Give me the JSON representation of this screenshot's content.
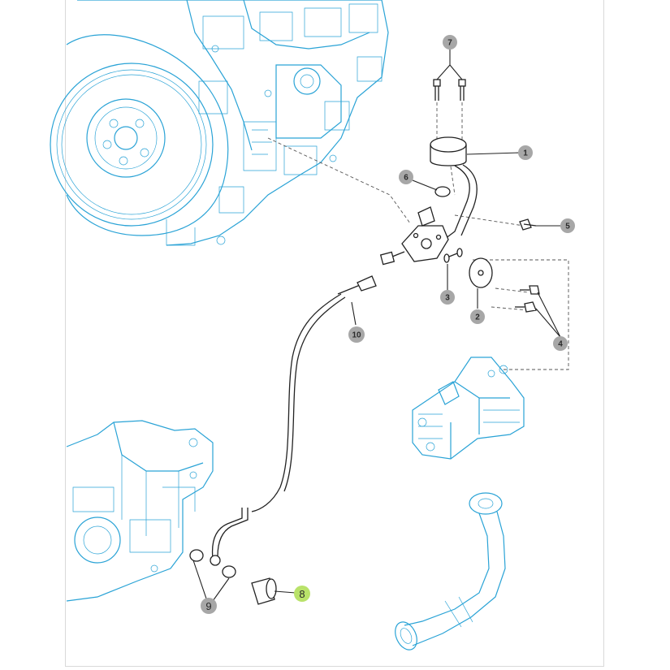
{
  "diagram": {
    "callouts": [
      {
        "id": "c1",
        "label": "1"
      },
      {
        "id": "c2",
        "label": "2"
      },
      {
        "id": "c3",
        "label": "3"
      },
      {
        "id": "c4",
        "label": "4"
      },
      {
        "id": "c5",
        "label": "5"
      },
      {
        "id": "c6",
        "label": "6"
      },
      {
        "id": "c7",
        "label": "7"
      },
      {
        "id": "c8",
        "label": "8"
      },
      {
        "id": "c9",
        "label": "9"
      },
      {
        "id": "c10",
        "label": "10"
      }
    ],
    "highlighted_callout": "8",
    "colors": {
      "engine_line": "#2aa3d6",
      "part_line": "#222222",
      "callout_fill": "#a7a7a7",
      "highlight_fill": "#b9e26a"
    }
  }
}
